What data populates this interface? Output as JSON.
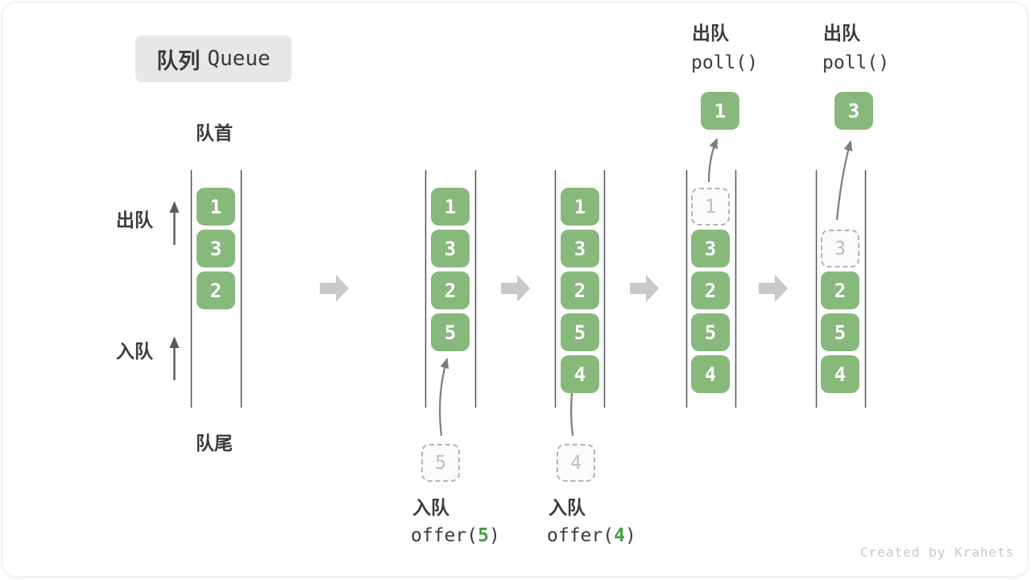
{
  "title": {
    "zh": "队列",
    "en": "Queue"
  },
  "labels": {
    "front": "队首",
    "rear": "队尾",
    "dequeue": "出队",
    "enqueue": "入队"
  },
  "states": [
    {
      "cells": [
        "1",
        "3",
        "2"
      ]
    },
    {
      "cells": [
        "1",
        "3",
        "2",
        "5"
      ],
      "pending": "5"
    },
    {
      "cells": [
        "1",
        "3",
        "2",
        "5",
        "4"
      ],
      "pending": "4"
    },
    {
      "popped": "1",
      "dashed": "1",
      "cells": [
        "3",
        "2",
        "5",
        "4"
      ]
    },
    {
      "popped": "3",
      "dashed": "3",
      "cells": [
        "2",
        "5",
        "4"
      ]
    }
  ],
  "ops": {
    "offer5": {
      "zh": "入队",
      "pre": "offer(",
      "arg": "5",
      "post": ")"
    },
    "offer4": {
      "zh": "入队",
      "pre": "offer(",
      "arg": "4",
      "post": ")"
    },
    "poll1": {
      "zh": "出队",
      "code": "poll()"
    },
    "poll2": {
      "zh": "出队",
      "code": "poll()"
    }
  },
  "watermark": "Created by Krahets",
  "colors": {
    "box_green": "#87b97c",
    "code_arg_green": "#4b9e45",
    "wall_gray": "#555555",
    "block_arrow_gray": "#c9c9c9",
    "curved_arrow_gray": "#7d7d7d",
    "label_arrow_gray": "#5a5a5a",
    "dashed_border_gray": "#b5b5b5",
    "title_bg": "#e7e7e7",
    "text_dark": "#3b3b3b",
    "watermark_gray": "#c8c8c8"
  },
  "icons": {
    "transition": "right-block-arrow-icon",
    "flow_direction": "up-arrow-icon",
    "move": "curved-arrow-icon"
  }
}
